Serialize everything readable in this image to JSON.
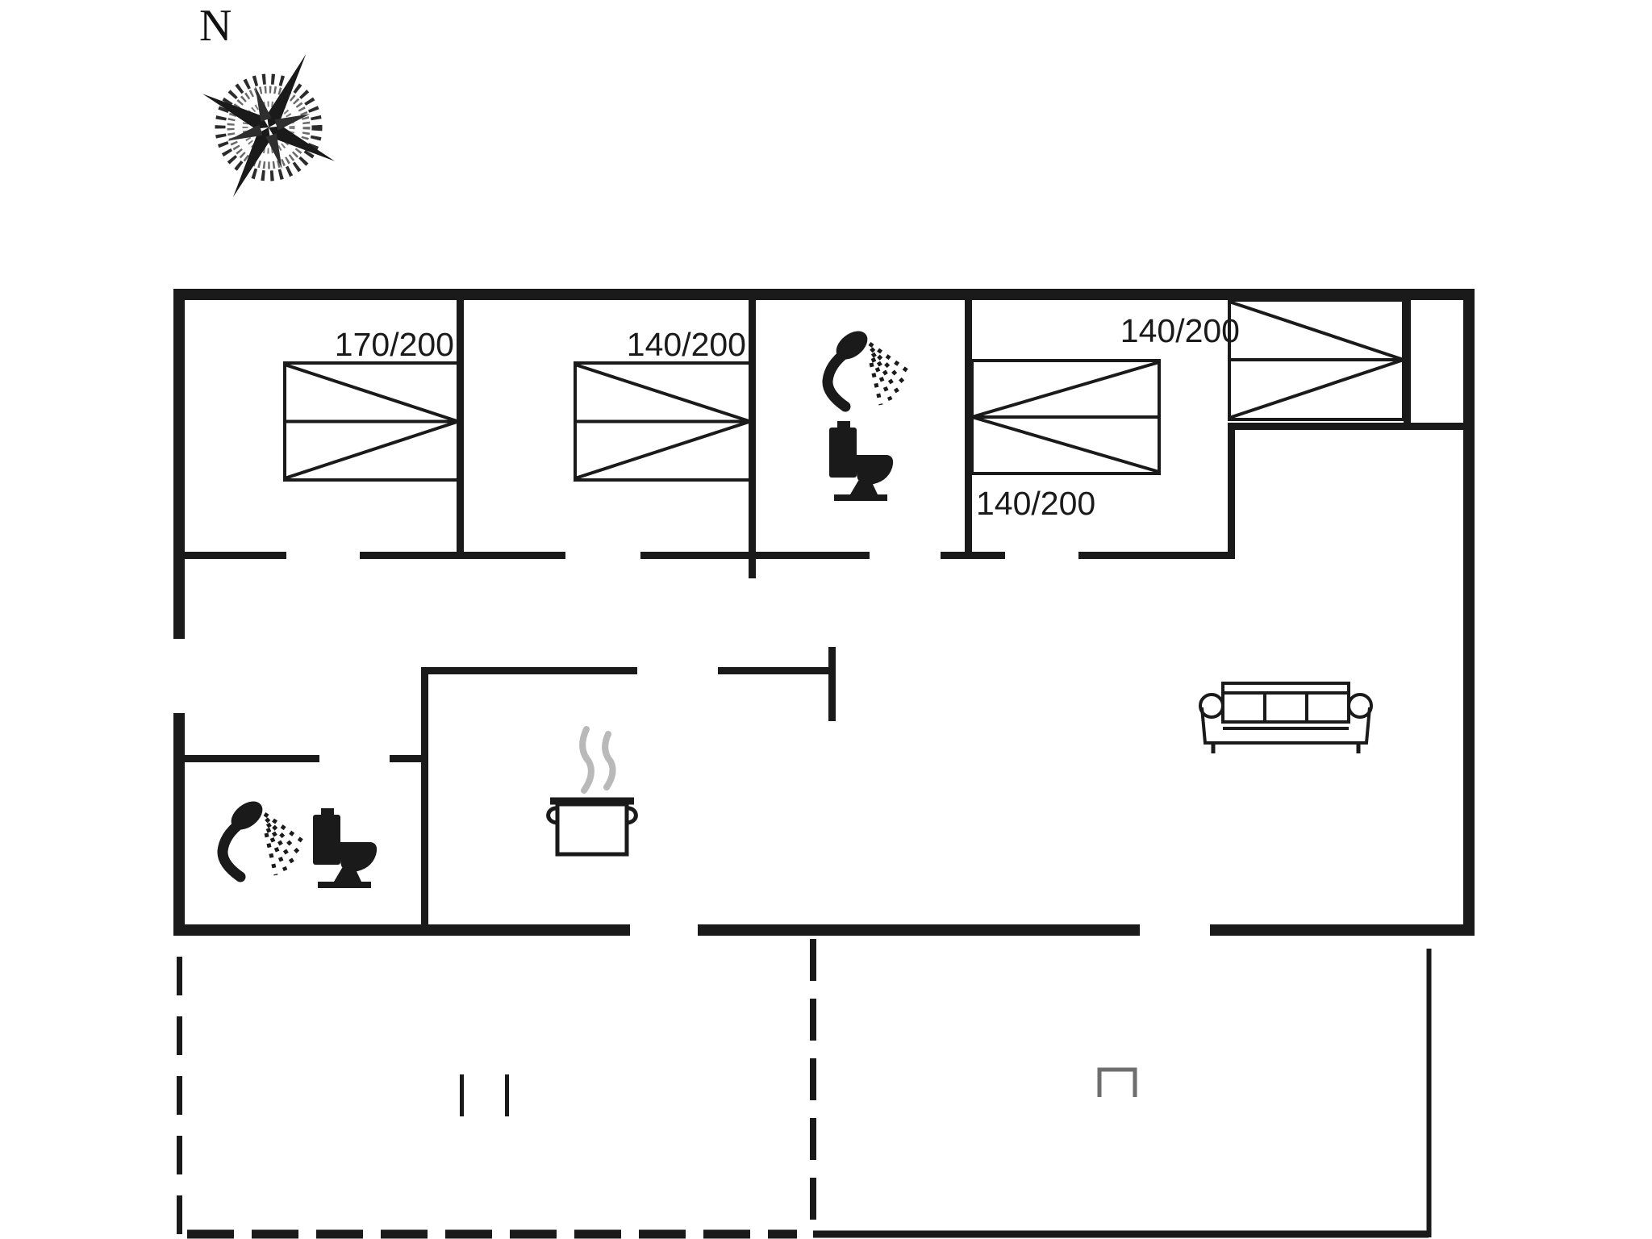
{
  "compass": {
    "north_label": "N"
  },
  "beds": [
    {
      "name": "bed-1",
      "size_label": "170/200"
    },
    {
      "name": "bed-2",
      "size_label": "140/200"
    },
    {
      "name": "bed-3",
      "size_label": "140/200"
    },
    {
      "name": "bed-4",
      "size_label": "140/200"
    }
  ],
  "icons": {
    "compass": "compass-rose-icon",
    "shower": "shower-icon",
    "toilet": "toilet-icon",
    "cooking_pot": "cooking-pot-icon",
    "sofa": "sofa-icon"
  },
  "colors": {
    "line": "#1a1a1a",
    "steam": "#b9b9b9",
    "terrace_marker": "#6e6e6e",
    "background": "#ffffff"
  }
}
